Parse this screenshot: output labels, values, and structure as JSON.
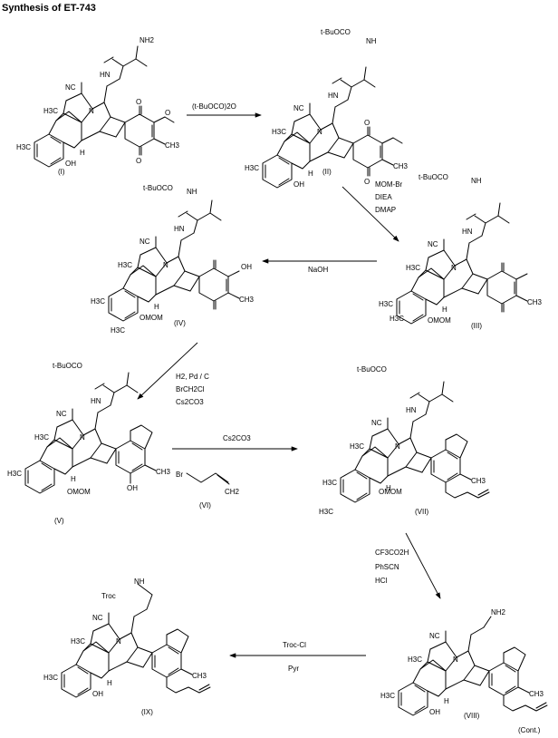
{
  "title": "Synthesis of ET-743",
  "footer": "(Cont.)",
  "compounds": {
    "I": "(I)",
    "II": "(II)",
    "III": "(III)",
    "IV": "(IV)",
    "V": "(V)",
    "VI": "(VI)",
    "VII": "(VII)",
    "VIII": "(VIII)",
    "IX": "(IX)"
  },
  "atoms": {
    "nh2": "NH2",
    "nh": "NH",
    "hn": "HN",
    "nc": "NC",
    "n": "N",
    "h3c": "H3C",
    "ch3": "CH3",
    "oh": "OH",
    "h": "H",
    "o": "O",
    "omom": "OMOM",
    "boc": "t-BuOCO",
    "troc": "Troc",
    "br": "Br",
    "ch2": "CH2"
  },
  "reagents": {
    "r1": [
      "(t-BuOCO)2O"
    ],
    "r2": [
      "MOM-Br",
      "DIEA",
      "DMAP"
    ],
    "r3": [
      "NaOH"
    ],
    "r4": [
      "H2, Pd / C",
      "BrCH2Cl",
      "Cs2CO3"
    ],
    "r5": [
      "Cs2CO3"
    ],
    "r6": [
      "CF3CO2H",
      "PhSCN",
      "HCl"
    ],
    "r7": [
      "Troc-Cl",
      "Pyr"
    ]
  }
}
